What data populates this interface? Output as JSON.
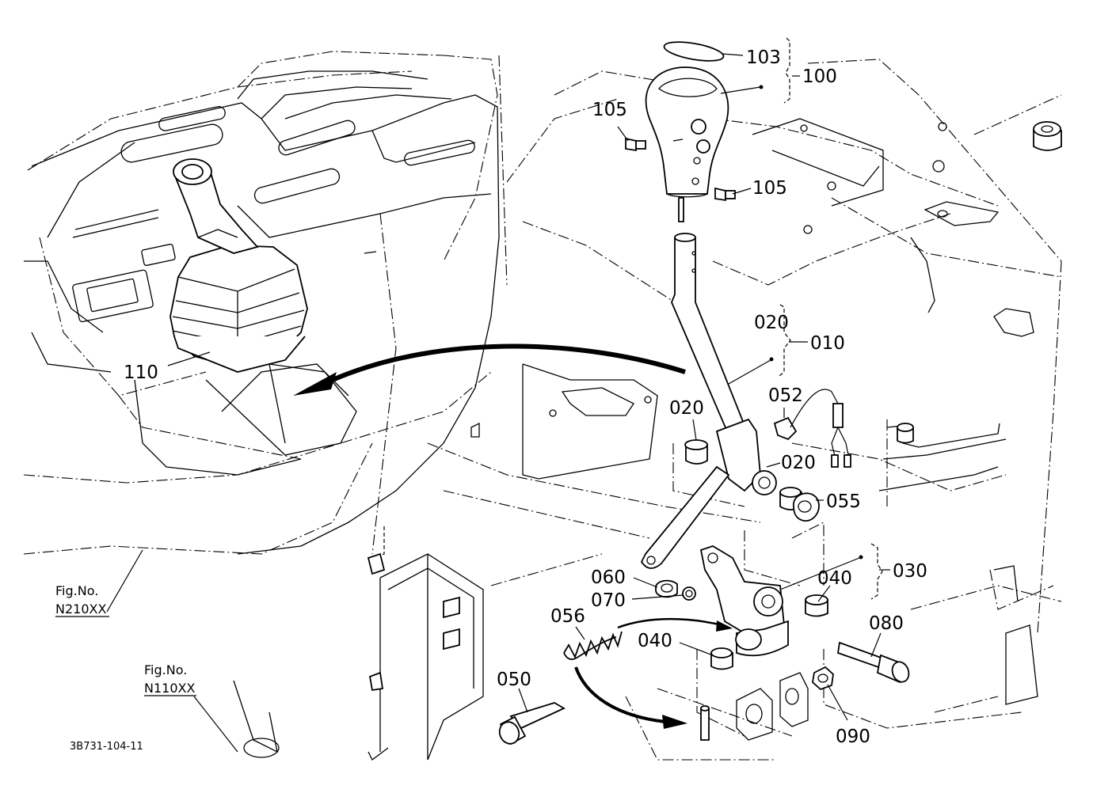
{
  "document_code": "3B731-104-11",
  "figure_references": [
    {
      "prefix": "Fig.No.",
      "code": "N210XX"
    },
    {
      "prefix": "Fig.No.",
      "code": "N110XX"
    }
  ],
  "part_labels": {
    "p103": "103",
    "p100": "100",
    "p105a": "105",
    "p105b": "105",
    "p020a": "020",
    "p010": "010",
    "p110": "110",
    "p020b": "020",
    "p052": "052",
    "p020c": "020",
    "p055": "055",
    "p060": "060",
    "p070": "070",
    "p040a": "040",
    "p030": "030",
    "p056": "056",
    "p040b": "040",
    "p080": "080",
    "p050": "050",
    "p090": "090"
  }
}
